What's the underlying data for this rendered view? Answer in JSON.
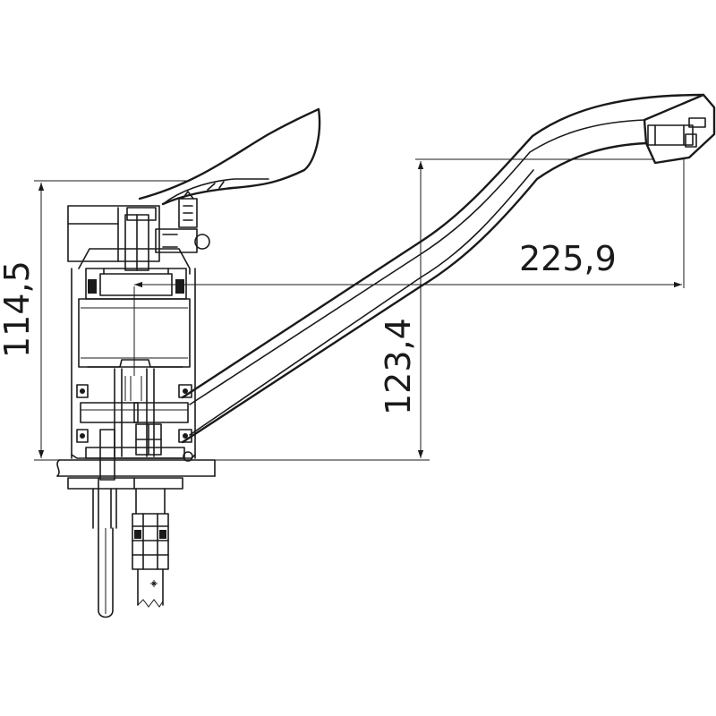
{
  "dimensions": {
    "spout_reach": "225,9",
    "spout_height": "123,4",
    "body_height": "114,5"
  }
}
